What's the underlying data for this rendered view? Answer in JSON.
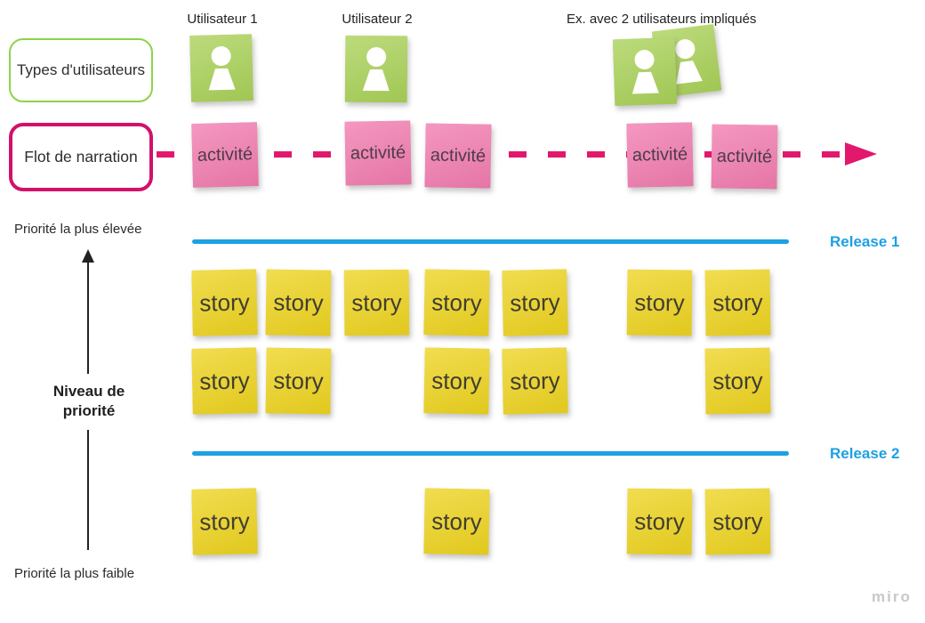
{
  "legend": {
    "user_types_label": "Types d'utilisateurs",
    "narration_flow_label": "Flot de narration"
  },
  "header": {
    "user1_label": "Utilisateur 1",
    "user2_label": "Utilisateur 2",
    "example_label": "Ex. avec 2 utilisateurs impliqués"
  },
  "flow": {
    "activity_label": "activité",
    "activity_count": 5
  },
  "story_map": {
    "story_label": "story",
    "releases": [
      {
        "label": "Release 1",
        "rows": [
          [
            1,
            2,
            3,
            4,
            5,
            6,
            7
          ],
          [
            1,
            2,
            4,
            5,
            7
          ]
        ]
      },
      {
        "label": "Release 2",
        "rows": [
          [
            1,
            4,
            6,
            7
          ]
        ]
      }
    ]
  },
  "priority_axis": {
    "high_label": "Priorité la plus élevée",
    "level_label_line1": "Niveau de",
    "level_label_line2": "priorité",
    "low_label": "Priorité la plus faible"
  },
  "watermark": "miro",
  "colors": {
    "green_sticky": "#a9d158",
    "green_border": "#8ed24b",
    "pink_sticky": "#f17bae",
    "magenta": "#e2186c",
    "magenta_border": "#d2116b",
    "yellow_sticky": "#edd31f",
    "blue": "#1da0e4",
    "text_dark": "#2e2e2e",
    "watermark_gray": "#c8c8cc"
  }
}
